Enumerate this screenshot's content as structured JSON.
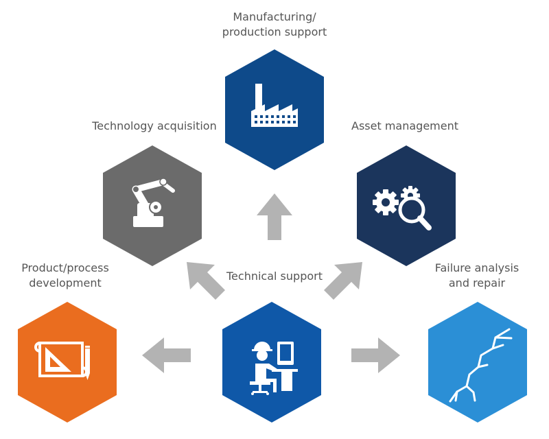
{
  "colors": {
    "navy": "#0e4a8a",
    "grey": "#6b6b6b",
    "dark_navy": "#1b355c",
    "orange": "#ea6d1f",
    "blue": "#0f58a8",
    "light_blue": "#2b8fd6",
    "arrow": "#b3b3b3",
    "label": "#555555"
  },
  "nodes": {
    "manufacturing": {
      "lines": [
        "Manufacturing/",
        "production support"
      ],
      "icon": "factory-icon"
    },
    "technology": {
      "lines": [
        "Technology acquisition"
      ],
      "icon": "robot-arm-icon"
    },
    "asset": {
      "lines": [
        "Asset management"
      ],
      "icon": "gears-magnifier-icon"
    },
    "product": {
      "lines": [
        "Product/process",
        "development"
      ],
      "icon": "blueprint-tools-icon"
    },
    "technical": {
      "lines": [
        "Technical support"
      ],
      "icon": "engineer-workstation-icon"
    },
    "failure": {
      "lines": [
        "Failure analysis",
        "and repair"
      ],
      "icon": "crack-icon"
    }
  }
}
